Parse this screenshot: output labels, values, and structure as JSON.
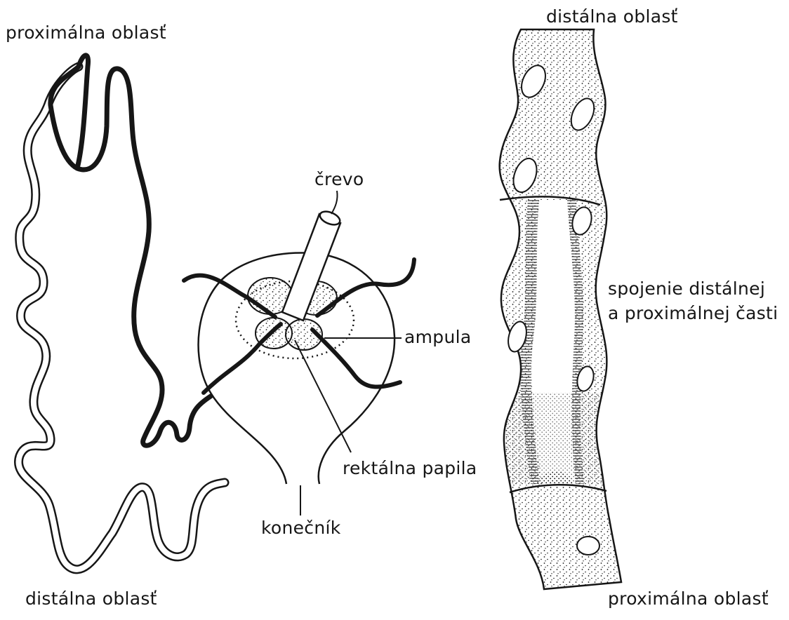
{
  "labels": {
    "top_left": "proximálna oblasť",
    "bottom_left": "distálna oblasť",
    "top_right": "distálna oblasť",
    "bottom_right": "proximálna oblasť",
    "gut": "črevo",
    "ampulla": "ampula",
    "rectal_papilla": "rektálna papila",
    "rectum": "konečník",
    "junction_line1": "spojenie distálnej",
    "junction_line2": "a proximálnej časti"
  },
  "colors": {
    "ink": "#161616",
    "paper": "#ffffff"
  }
}
